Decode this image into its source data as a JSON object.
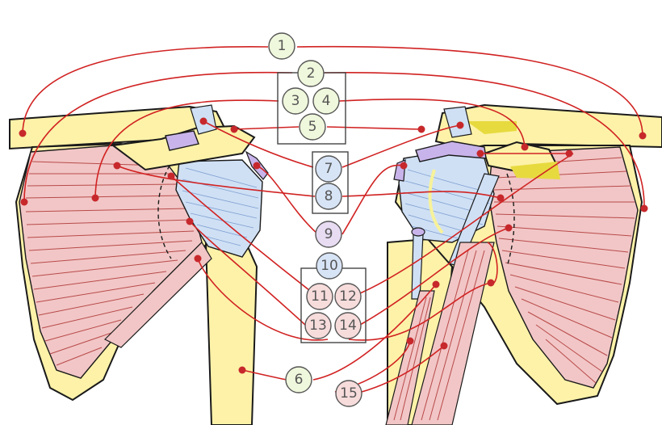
{
  "labels": {
    "n1": "1",
    "n2": "2",
    "n3": "3",
    "n4": "4",
    "n5": "5",
    "n6": "6",
    "n7": "7",
    "n8": "8",
    "n9": "9",
    "n10": "10",
    "n11": "11",
    "n12": "12",
    "n13": "13",
    "n14": "14",
    "n15": "15"
  },
  "colors": {
    "bone": "#fdf2a8",
    "muscle": "#f2c6c6",
    "ligament": "#cfe0f5",
    "cartilage": "#c8b4ea",
    "leader": "#d12222",
    "outline": "#1a1a1a",
    "label_green": "#eff7dc",
    "label_blue": "#d7e4f6",
    "label_purple": "#e7dcf2",
    "label_pink": "#f7dcdc"
  }
}
